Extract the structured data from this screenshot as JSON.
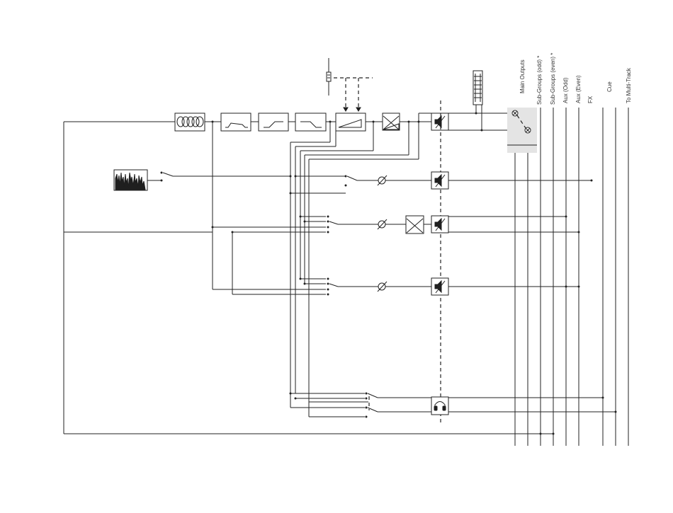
{
  "buses": [
    {
      "label": "Main Outputs"
    },
    {
      "label": "Sub-Groups (odd) *"
    },
    {
      "label": "Sub-Groups (even) *"
    },
    {
      "label": "Aux (Odd)"
    },
    {
      "label": "Aux (Even)"
    },
    {
      "label": "FX"
    },
    {
      "label": "Cue"
    },
    {
      "label": "To Multi-Track"
    }
  ]
}
